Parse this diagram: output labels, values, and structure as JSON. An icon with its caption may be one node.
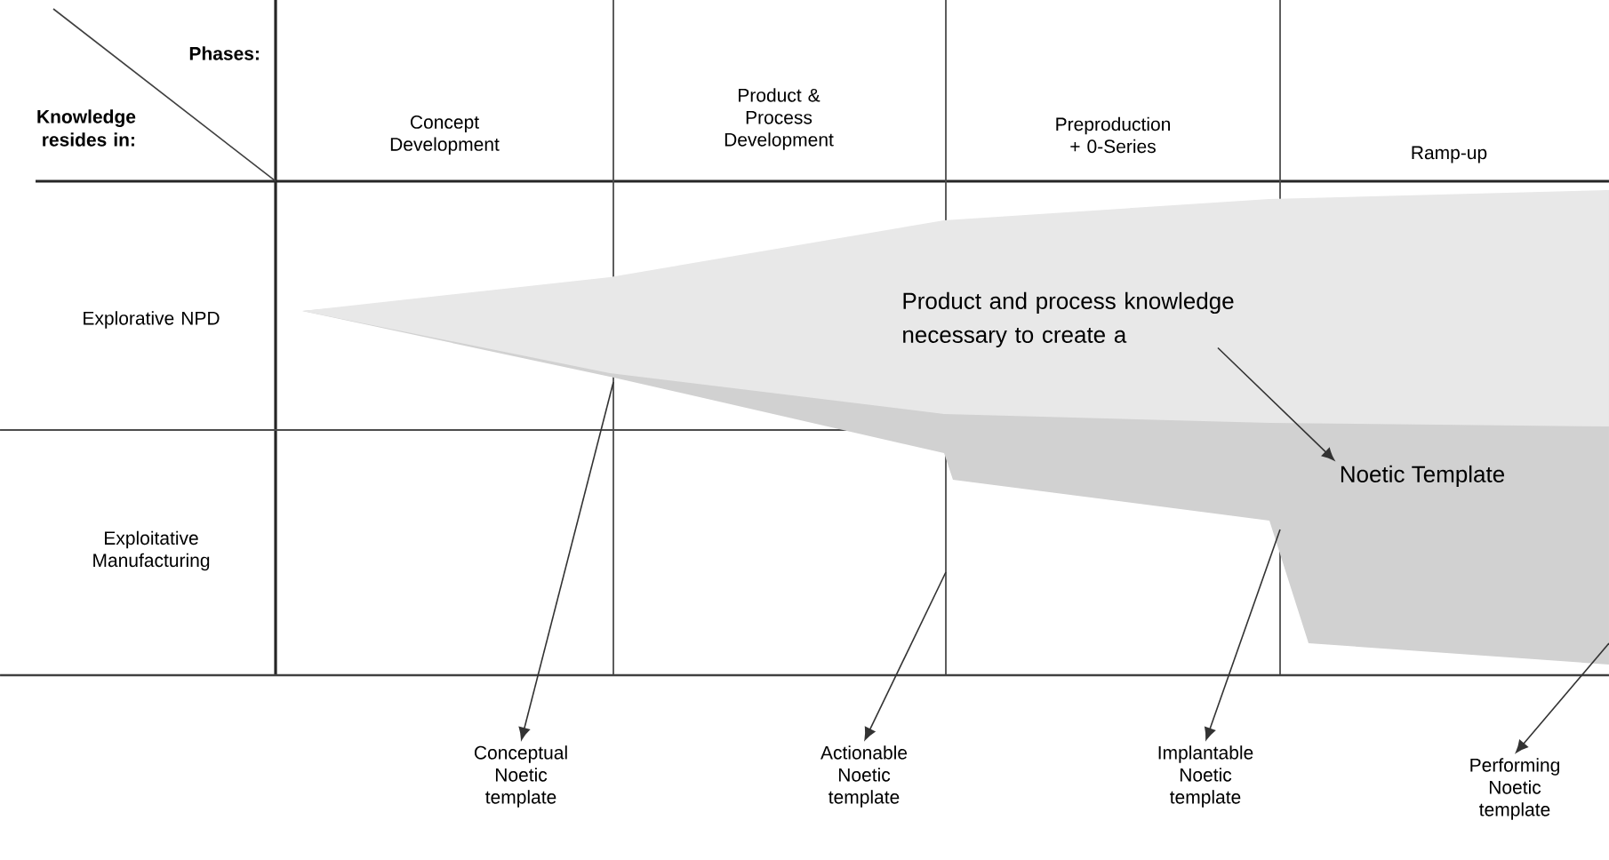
{
  "diagram": {
    "nodes": [
      {
        "text": [
          "Product and process knowledge necessary to create a"
        ]
      },
      {
        "text": [
          "Noetic Template"
        ]
      },
      {
        "text": [
          "Conceptual Noetic template"
        ]
      },
      {
        "text": [
          "Actionable Noetic template"
        ]
      },
      {
        "text": [
          "Implantable Noetic template"
        ]
      },
      {
        "text": [
          "Performing Noetic template"
        ]
      }
    ],
    "edges": [
      {
        "from": 0,
        "to": 1,
        "arrow": "to"
      },
      {
        "from": null,
        "to": 2,
        "arrow": "to"
      },
      {
        "from": null,
        "to": 3,
        "arrow": "to"
      },
      {
        "from": null,
        "to": 4,
        "arrow": "to"
      },
      {
        "from": null,
        "to": 5,
        "arrow": "to"
      }
    ],
    "labels": [
      "Phases:",
      "Knowledge resides in:",
      "Concept Development",
      "Product & Process Development",
      "Preproduction + 0-Series",
      "Ramp-up",
      "Explorative NPD",
      "Exploitative Manufacturing"
    ]
  }
}
